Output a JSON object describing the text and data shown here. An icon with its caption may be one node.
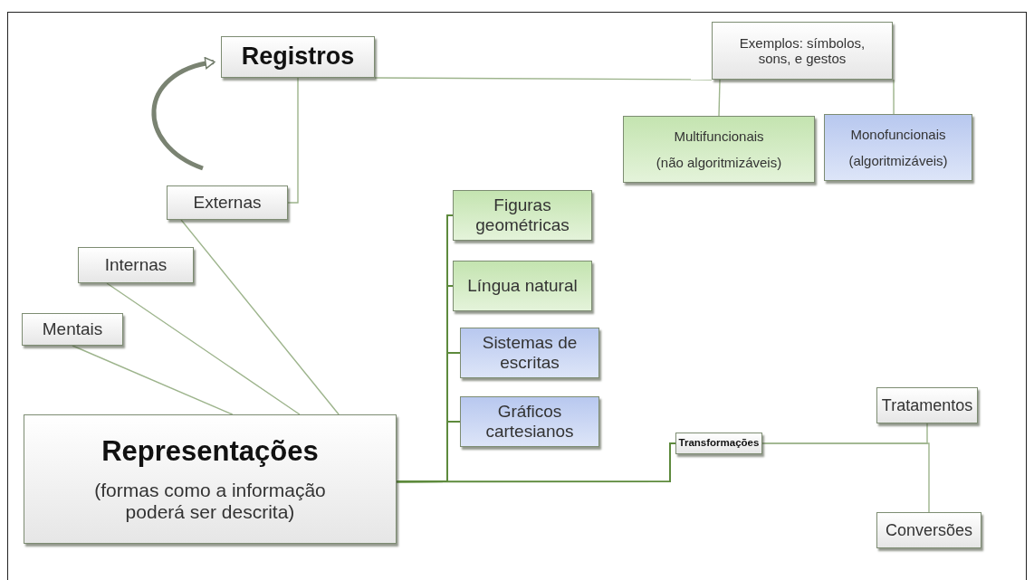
{
  "diagram": {
    "nodes": [
      {
        "text": [
          "Registros"
        ]
      },
      {
        "text": [
          "Exemplos: símbolos, sons, e gestos"
        ]
      },
      {
        "text": [
          "Multifuncionais",
          "(não algoritmizáveis)"
        ]
      },
      {
        "text": [
          "Monofuncionais",
          "(algoritmizáveis)"
        ]
      },
      {
        "text": [
          "Externas"
        ]
      },
      {
        "text": [
          "Internas"
        ]
      },
      {
        "text": [
          "Mentais"
        ]
      },
      {
        "text": [
          "Representações",
          "(formas como a informação poderá ser descrita)"
        ]
      },
      {
        "text": [
          "Figuras geométricas"
        ]
      },
      {
        "text": [
          "Língua natural"
        ]
      },
      {
        "text": [
          "Sistemas de escritas"
        ]
      },
      {
        "text": [
          "Gráficos cartesianos"
        ]
      },
      {
        "text": [
          "Transformações"
        ]
      },
      {
        "text": [
          "Tratamentos"
        ]
      },
      {
        "text": [
          "Conversões"
        ]
      }
    ],
    "edges": [
      {
        "from": 0,
        "to": 1,
        "arrow": "none"
      },
      {
        "from": 1,
        "to": 2,
        "arrow": "none"
      },
      {
        "from": 1,
        "to": 3,
        "arrow": "none"
      },
      {
        "from": 0,
        "to": 4,
        "arrow": "none"
      },
      {
        "from": 4,
        "to": 7,
        "arrow": "none"
      },
      {
        "from": 5,
        "to": 7,
        "arrow": "none"
      },
      {
        "from": 6,
        "to": 7,
        "arrow": "none"
      },
      {
        "from": 7,
        "to": 8,
        "arrow": "none",
        "color": "#5d8a3c"
      },
      {
        "from": 7,
        "to": 9,
        "arrow": "none",
        "color": "#5d8a3c"
      },
      {
        "from": 7,
        "to": 10,
        "arrow": "none",
        "color": "#5d8a3c"
      },
      {
        "from": 7,
        "to": 11,
        "arrow": "none",
        "color": "#5d8a3c"
      },
      {
        "from": 7,
        "to": 12,
        "arrow": "none",
        "color": "#5d8a3c"
      },
      {
        "from": 12,
        "to": 13,
        "arrow": "none"
      },
      {
        "from": 12,
        "to": 14,
        "arrow": "none"
      },
      {
        "from": null,
        "to": 0,
        "arrow": "to",
        "style": "thick"
      }
    ]
  }
}
